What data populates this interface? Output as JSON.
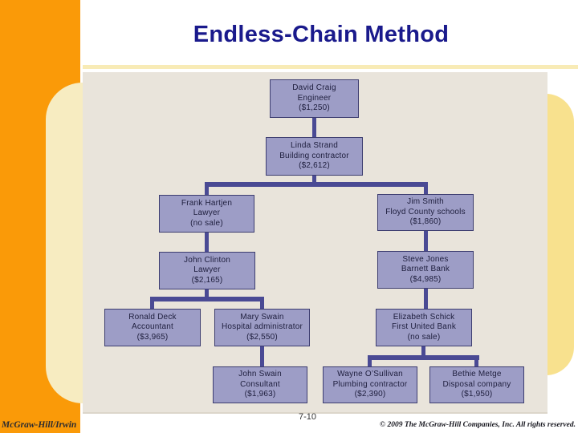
{
  "slide": {
    "title": "Endless-Chain Method",
    "footer": {
      "brand": "McGraw-Hill/Irwin",
      "page_number": "7-10",
      "copyright": "© 2009 The McGraw-Hill Companies, Inc. All rights reserved."
    }
  },
  "colors": {
    "orange": "#FA9A08",
    "capsule_left": "#F7ECC1",
    "capsule_right": "#F8E18E",
    "title_rule": "#F8EBB6",
    "title_color": "#1A1A8C",
    "panel_bg": "#E9E4DB",
    "box_fill": "#9D9DC6",
    "box_border": "#3D3D70",
    "box_text": "#20203F",
    "connector": "#4A4A94",
    "footer_text": "#333333",
    "brand_text": "#2B2B30",
    "copyright_text": "#16161E"
  },
  "diagram": {
    "type": "referral-tree",
    "nodes": [
      {
        "name": "David Craig",
        "role": "Engineer",
        "amount": "($1,250)"
      },
      {
        "name": "Linda Strand",
        "role": "Building contractor",
        "amount": "($2,612)"
      },
      {
        "name": "Frank Hartjen",
        "role": "Lawyer",
        "amount": "(no sale)"
      },
      {
        "name": "Jim Smith",
        "role": "Floyd County schools",
        "amount": "($1,860)"
      },
      {
        "name": "John Clinton",
        "role": "Lawyer",
        "amount": "($2,165)"
      },
      {
        "name": "Steve Jones",
        "role": "Barnett Bank",
        "amount": "($4,985)"
      },
      {
        "name": "Ronald Deck",
        "role": "Accountant",
        "amount": "($3,965)"
      },
      {
        "name": "Mary Swain",
        "role": "Hospital administrator",
        "amount": "($2,550)"
      },
      {
        "name": "Elizabeth Schick",
        "role": "First United Bank",
        "amount": "(no sale)"
      },
      {
        "name": "John Swain",
        "role": "Consultant",
        "amount": "($1,963)"
      },
      {
        "name": "Wayne O’Sullivan",
        "role": "Plumbing contractor",
        "amount": "($2,390)"
      },
      {
        "name": "Bethie Metge",
        "role": "Disposal company",
        "amount": "($1,950)"
      }
    ],
    "edges": [
      [
        "David Craig",
        "Linda Strand"
      ],
      [
        "Linda Strand",
        "Frank Hartjen"
      ],
      [
        "Linda Strand",
        "Jim Smith"
      ],
      [
        "Frank Hartjen",
        "John Clinton"
      ],
      [
        "Jim Smith",
        "Steve Jones"
      ],
      [
        "John Clinton",
        "Ronald Deck"
      ],
      [
        "John Clinton",
        "Mary Swain"
      ],
      [
        "Steve Jones",
        "Elizabeth Schick"
      ],
      [
        "Mary Swain",
        "John Swain"
      ],
      [
        "Elizabeth Schick",
        "Wayne O’Sullivan"
      ],
      [
        "Elizabeth Schick",
        "Bethie Metge"
      ]
    ]
  }
}
